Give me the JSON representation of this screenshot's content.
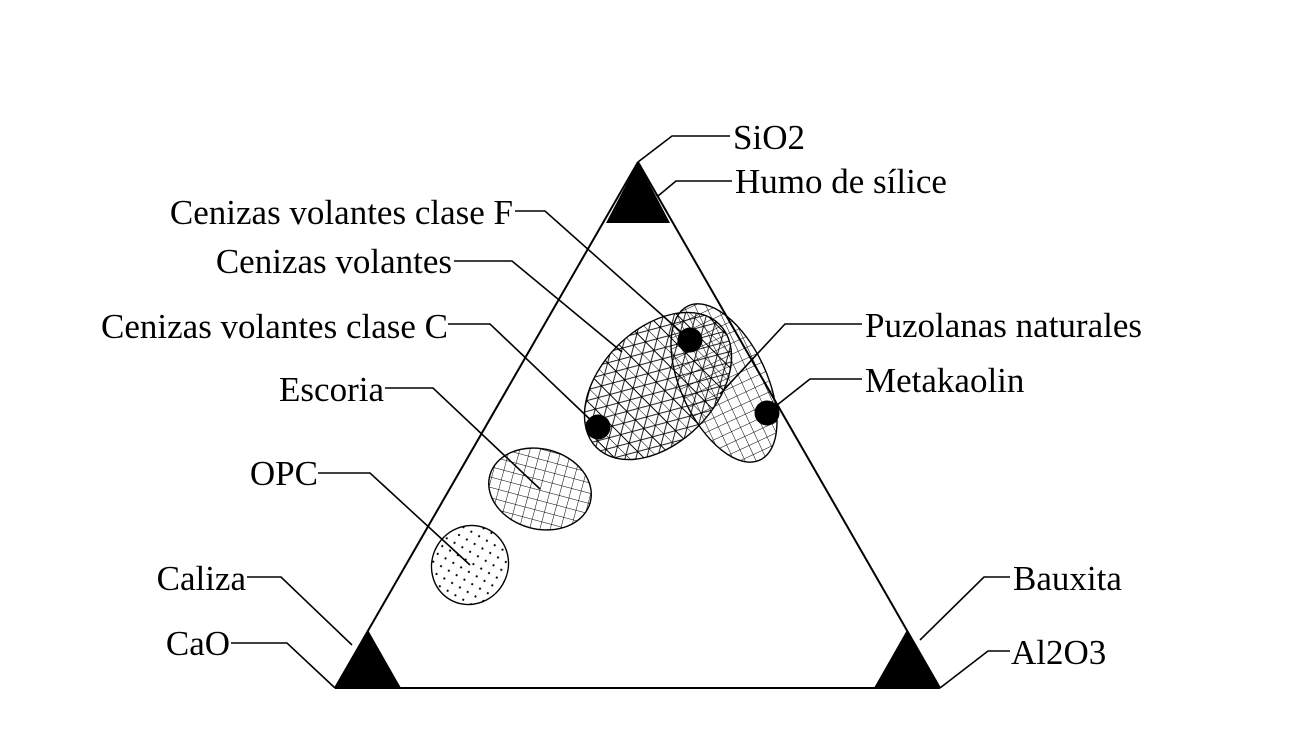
{
  "diagram": {
    "type": "ternary-diagram",
    "vertices": {
      "top": "SiO2",
      "bottom_left": "CaO",
      "bottom_right": "Al2O3"
    },
    "corner_materials": {
      "top": "Humo de sílice",
      "bottom_left": "Caliza",
      "bottom_right": "Bauxita"
    },
    "regions": {
      "cenizas_f": "Cenizas volantes clase F",
      "cenizas": "Cenizas volantes",
      "cenizas_c": "Cenizas volantes clase C",
      "escoria": "Escoria",
      "opc": "OPC",
      "puzolanas": "Puzolanas naturales",
      "metakaolin": "Metakaolin"
    },
    "colors": {
      "ink": "#000000",
      "background": "#ffffff"
    }
  }
}
